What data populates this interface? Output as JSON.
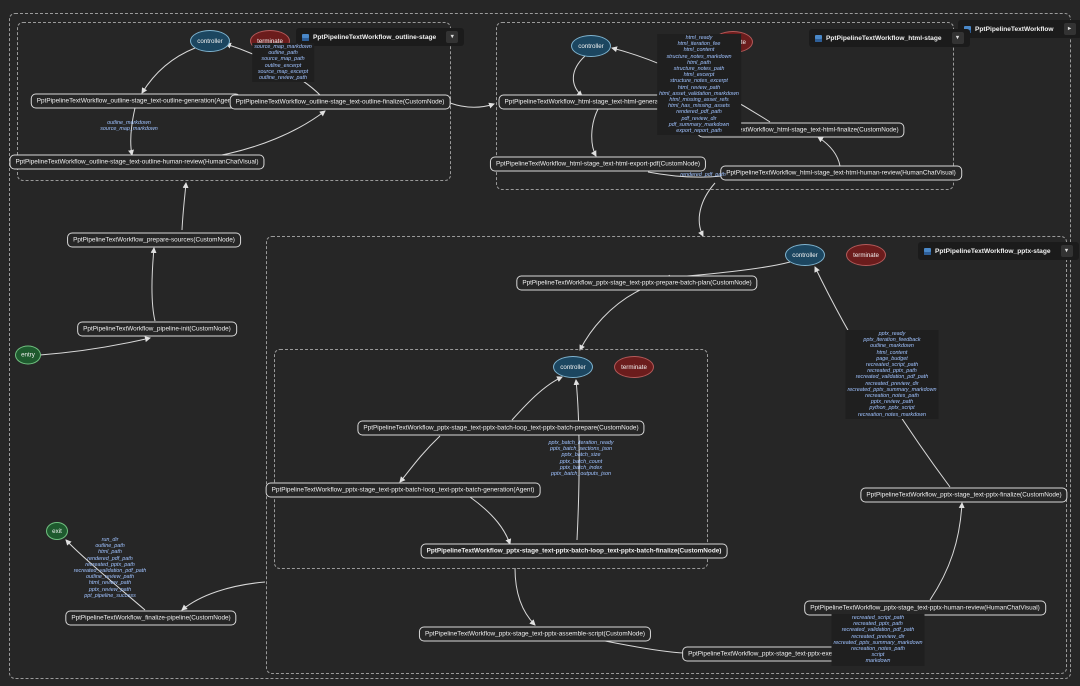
{
  "groups": {
    "outer_title": "PptPipelineTextWorkflow",
    "outline_stage": "PptPipelineTextWorkflow_outline-stage",
    "html_stage": "PptPipelineTextWorkflow_html-stage",
    "pptx_stage": "PptPipelineTextWorkflow_pptx-stage"
  },
  "control": {
    "controller": "controller",
    "terminate": "terminate",
    "entry": "entry",
    "exit": "exit"
  },
  "nodes": {
    "outline_gen": "PptPipelineTextWorkflow_outline-stage_text-outline-generation(Agent)",
    "outline_finalize": "PptPipelineTextWorkflow_outline-stage_text-outline-finalize(CustomNode)",
    "outline_review": "PptPipelineTextWorkflow_outline-stage_text-outline-human-review(HumanChatVisual)",
    "html_gen": "PptPipelineTextWorkflow_html-stage_text-html-generation(Agent)",
    "html_finalize": "PptPipelineTextWorkflow_html-stage_text-html-finalize(CustomNode)",
    "html_export": "PptPipelineTextWorkflow_html-stage_text-html-export-pdf(CustomNode)",
    "html_review": "PptPipelineTextWorkflow_html-stage_text-html-human-review(HumanChatVisual)",
    "prepare_sources": "PptPipelineTextWorkflow_prepare-sources(CustomNode)",
    "pipeline_init": "PptPipelineTextWorkflow_pipeline-init(CustomNode)",
    "prepare_batch_plan": "PptPipelineTextWorkflow_pptx-stage_text-pptx-prepare-batch-plan(CustomNode)",
    "batch_prepare": "PptPipelineTextWorkflow_pptx-stage_text-pptx-batch-loop_text-pptx-batch-prepare(CustomNode)",
    "batch_generation": "PptPipelineTextWorkflow_pptx-stage_text-pptx-batch-loop_text-pptx-batch-generation(Agent)",
    "batch_finalize": "PptPipelineTextWorkflow_pptx-stage_text-pptx-batch-loop_text-pptx-batch-finalize(CustomNode)",
    "pptx_finalize": "PptPipelineTextWorkflow_pptx-stage_text-pptx-finalize(CustomNode)",
    "pptx_review": "PptPipelineTextWorkflow_pptx-stage_text-pptx-human-review(HumanChatVisual)",
    "assemble_script": "PptPipelineTextWorkflow_pptx-stage_text-pptx-assemble-script(CustomNode)",
    "pptx_execute": "PptPipelineTextWorkflow_pptx-stage_text-pptx-execute(CustomNode)",
    "finalize_pipeline": "PptPipelineTextWorkflow_finalize-pipeline(CustomNode)"
  },
  "edge_labels": {
    "outline_finalize_out": [
      "source_map_markdown",
      "outline_path",
      "source_map_path",
      "outline_excerpt",
      "source_map_excerpt",
      "outline_review_path"
    ],
    "outline_gen_review": [
      "outline_markdown",
      "source_map_markdown"
    ],
    "html_finalize_out": [
      "html_ready",
      "html_iteration_fee",
      "html_content",
      "structure_notes_markdown",
      "html_path",
      "structure_notes_path",
      "html_excerpt",
      "structure_notes_excerpt",
      "html_review_path",
      "html_asset_validation_markdown",
      "html_missing_asset_refs",
      "html_has_missing_assets",
      "rendered_pdf_path",
      "pdf_review_dir",
      "pdf_summary_markdown",
      "export_report_path"
    ],
    "html_export_review": [
      "rendered_pdf_path"
    ],
    "pptx_finalize_out": [
      "pptx_ready",
      "pptx_iteration_feedback",
      "outline_markdown",
      "html_content",
      "page_budget",
      "recreated_script_path",
      "recreated_pptx_path",
      "recreated_validation_pdf_path",
      "recreated_preview_dir",
      "recreated_pptx_summary_markdown",
      "recreation_notes_path",
      "pptx_review_path",
      "python_pptx_script",
      "recreation_notes_markdown"
    ],
    "batch_finalize_out": [
      "pptx_batch_iteration_ready",
      "pptx_batch_sections_json",
      "pptx_batch_size",
      "pptx_batch_count",
      "pptx_batch_index",
      "pptx_batch_outputs_json"
    ],
    "finalize_to_exit": [
      "run_dir",
      "outline_path",
      "html_path",
      "rendered_pdf_path",
      "recreated_pptx_path",
      "recreated_validation_pdf_path",
      "outline_review_path",
      "html_review_path",
      "pptx_review_path",
      "ppt_pipeline_success"
    ],
    "execute_to_review": [
      "recreated_script_path",
      "recreated_pptx_path",
      "recreated_validation_pdf_path",
      "recreated_preview_dir",
      "recreated_pptx_summary_markdown",
      "recreation_notes_path",
      "script",
      "markdown"
    ]
  },
  "colors": {
    "background": "#262626",
    "controller": "#1c4660",
    "terminate": "#6b1c1c",
    "entry": "#1e5a2e",
    "edge_label": "#9fc2ff"
  },
  "icons": {
    "panel_icon": "workflow-icon",
    "panel_caret": "dropdown-caret-icon"
  }
}
